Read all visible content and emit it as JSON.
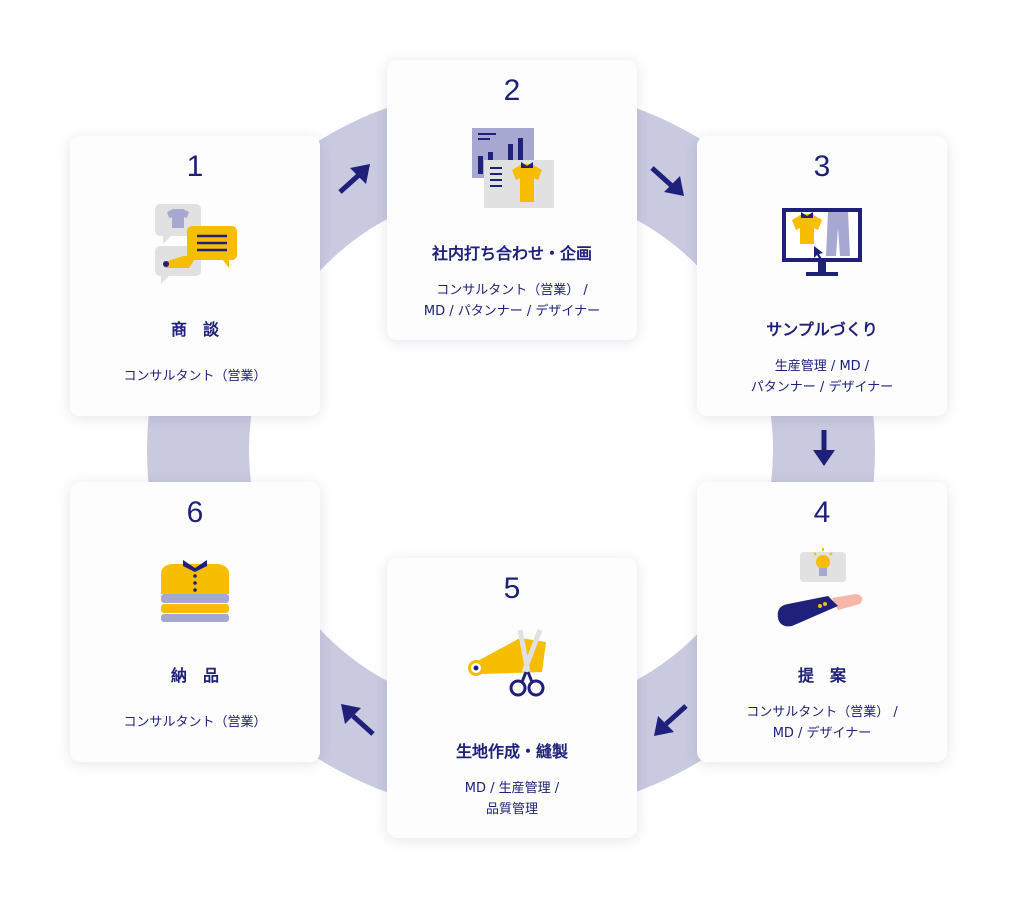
{
  "colors": {
    "navy": "#1f2079",
    "ring": "#c9cae0",
    "yellow": "#f7bd00",
    "lavender": "#a7a8d2",
    "gray": "#e1e1e1"
  },
  "steps": [
    {
      "number": "1",
      "title": "商　談",
      "roles": [
        "コンサルタント（営業）"
      ],
      "icon": "chat-bubbles-icon"
    },
    {
      "number": "2",
      "title": "社内打ち合わせ・企画",
      "roles": [
        "コンサルタント（営業） /",
        "MD / パタンナー / デザイナー"
      ],
      "icon": "chart-document-icon"
    },
    {
      "number": "3",
      "title": "サンプルづくり",
      "roles": [
        "生産管理 / MD /",
        "パタンナー / デザイナー"
      ],
      "icon": "monitor-clothes-icon"
    },
    {
      "number": "4",
      "title": "提　案",
      "roles": [
        "コンサルタント（営業） /",
        "MD / デザイナー"
      ],
      "icon": "idea-handshake-icon"
    },
    {
      "number": "5",
      "title": "生地作成・縫製",
      "roles": [
        "MD / 生産管理 /",
        "品質管理"
      ],
      "icon": "fabric-scissors-icon"
    },
    {
      "number": "6",
      "title": "納　品",
      "roles": [
        "コンサルタント（営業）"
      ],
      "icon": "folded-shirts-icon"
    }
  ]
}
